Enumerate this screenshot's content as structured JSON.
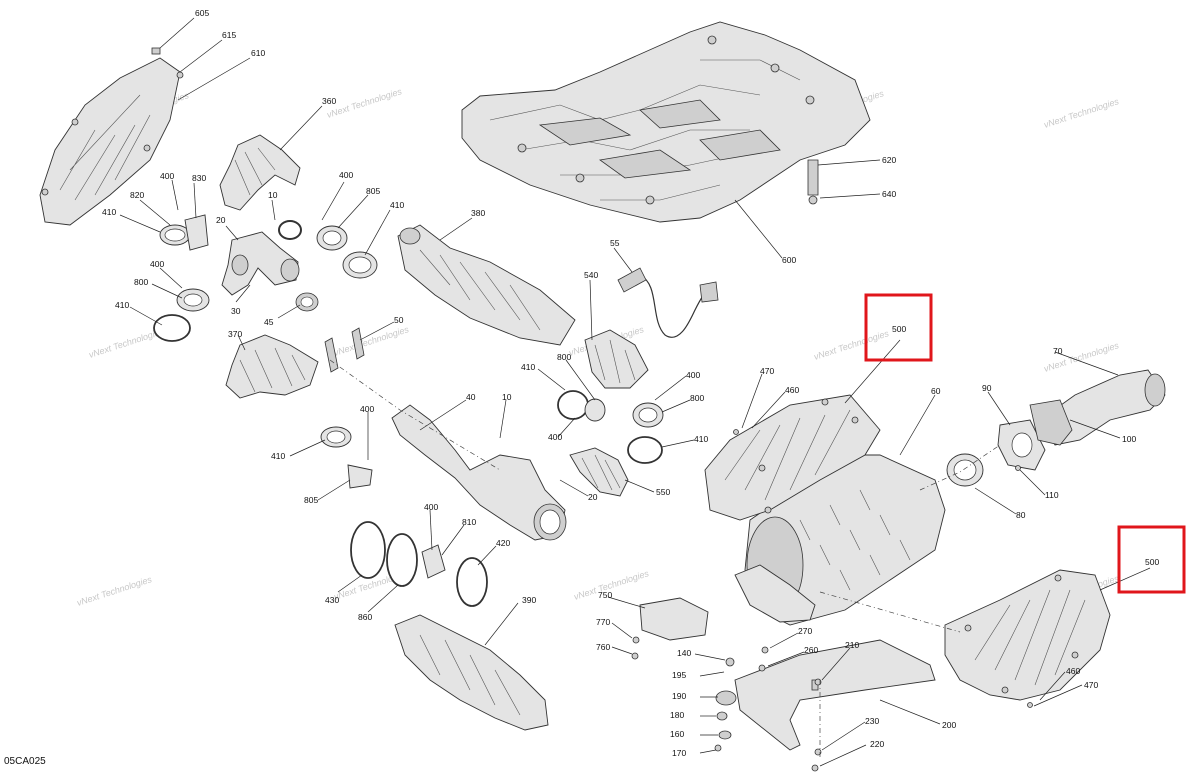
{
  "figure_code": "05CA025",
  "watermark": "vNext Technologies",
  "highlight_color": "#e0161b",
  "callouts": [
    {
      "id": "c605",
      "label": "605"
    },
    {
      "id": "c615",
      "label": "615"
    },
    {
      "id": "c610",
      "label": "610"
    },
    {
      "id": "c360",
      "label": "360"
    },
    {
      "id": "c400a",
      "label": "400"
    },
    {
      "id": "c830",
      "label": "830"
    },
    {
      "id": "c820",
      "label": "820"
    },
    {
      "id": "c410a",
      "label": "410"
    },
    {
      "id": "c20a",
      "label": "20"
    },
    {
      "id": "c10a",
      "label": "10"
    },
    {
      "id": "c400b",
      "label": "400"
    },
    {
      "id": "c805a",
      "label": "805"
    },
    {
      "id": "c410b",
      "label": "410"
    },
    {
      "id": "c380",
      "label": "380"
    },
    {
      "id": "c400c",
      "label": "400"
    },
    {
      "id": "c800a",
      "label": "800"
    },
    {
      "id": "c410c",
      "label": "410"
    },
    {
      "id": "c30",
      "label": "30"
    },
    {
      "id": "c45",
      "label": "45"
    },
    {
      "id": "c50",
      "label": "50"
    },
    {
      "id": "c370",
      "label": "370"
    },
    {
      "id": "c55",
      "label": "55"
    },
    {
      "id": "c540",
      "label": "540"
    },
    {
      "id": "c620",
      "label": "620"
    },
    {
      "id": "c640",
      "label": "640"
    },
    {
      "id": "c600",
      "label": "600"
    },
    {
      "id": "c500a",
      "label": "500"
    },
    {
      "id": "c70",
      "label": "70"
    },
    {
      "id": "c470a",
      "label": "470"
    },
    {
      "id": "c460a",
      "label": "460"
    },
    {
      "id": "c60",
      "label": "60"
    },
    {
      "id": "c90",
      "label": "90"
    },
    {
      "id": "c100",
      "label": "100"
    },
    {
      "id": "c110",
      "label": "110"
    },
    {
      "id": "c80",
      "label": "80"
    },
    {
      "id": "c410d",
      "label": "410"
    },
    {
      "id": "c800b",
      "label": "800"
    },
    {
      "id": "c400d",
      "label": "400"
    },
    {
      "id": "c400e",
      "label": "400"
    },
    {
      "id": "c800c",
      "label": "800"
    },
    {
      "id": "c410e",
      "label": "410"
    },
    {
      "id": "c550",
      "label": "550"
    },
    {
      "id": "c20b",
      "label": "20"
    },
    {
      "id": "c400f",
      "label": "400"
    },
    {
      "id": "c40",
      "label": "40"
    },
    {
      "id": "c10b",
      "label": "10"
    },
    {
      "id": "c410f",
      "label": "410"
    },
    {
      "id": "c805b",
      "label": "805"
    },
    {
      "id": "c400g",
      "label": "400"
    },
    {
      "id": "c810",
      "label": "810"
    },
    {
      "id": "c420",
      "label": "420"
    },
    {
      "id": "c430",
      "label": "430"
    },
    {
      "id": "c860",
      "label": "860"
    },
    {
      "id": "c390",
      "label": "390"
    },
    {
      "id": "c500b",
      "label": "500"
    },
    {
      "id": "c750",
      "label": "750"
    },
    {
      "id": "c770",
      "label": "770"
    },
    {
      "id": "c760",
      "label": "760"
    },
    {
      "id": "c270",
      "label": "270"
    },
    {
      "id": "c140",
      "label": "140"
    },
    {
      "id": "c260",
      "label": "260"
    },
    {
      "id": "c210",
      "label": "210"
    },
    {
      "id": "c195",
      "label": "195"
    },
    {
      "id": "c190",
      "label": "190"
    },
    {
      "id": "c180",
      "label": "180"
    },
    {
      "id": "c160",
      "label": "160"
    },
    {
      "id": "c170",
      "label": "170"
    },
    {
      "id": "c230",
      "label": "230"
    },
    {
      "id": "c220",
      "label": "220"
    },
    {
      "id": "c200",
      "label": "200"
    },
    {
      "id": "c460b",
      "label": "460"
    },
    {
      "id": "c470b",
      "label": "470"
    }
  ]
}
